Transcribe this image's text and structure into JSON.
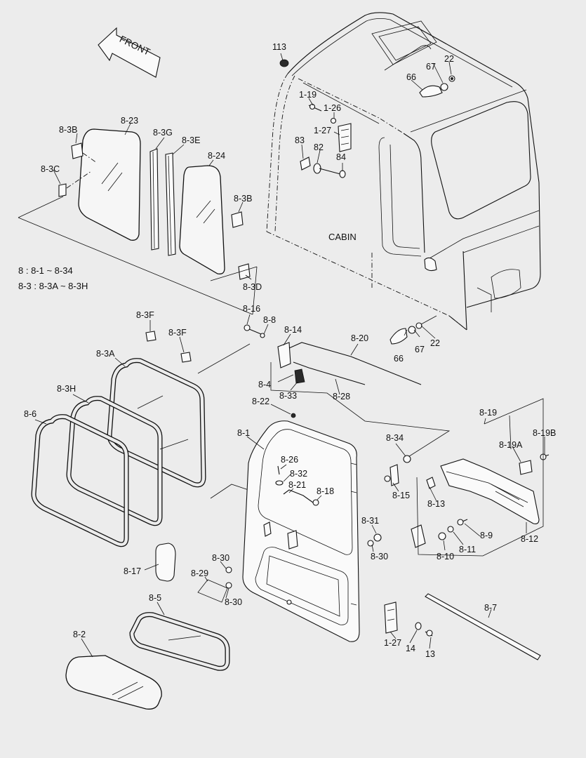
{
  "diagram": {
    "front_label": "FRONT",
    "cabin_label": "CABIN",
    "legend": [
      "8 : 8-1 ~ 8-34",
      "8-3 : 8-3A ~ 8-3H"
    ],
    "labels": {
      "p113": "113",
      "p22a": "22",
      "p67a": "67",
      "p66a": "66",
      "p1_19": "1-19",
      "p1_26": "1-26",
      "p1_27a": "1-27",
      "p83": "83",
      "p82": "82",
      "p84": "84",
      "p8_23": "8-23",
      "p8_3g": "8-3G",
      "p8_3e": "8-3E",
      "p8_24": "8-24",
      "p8_3b_a": "8-3B",
      "p8_3c": "8-3C",
      "p8_3b_b": "8-3B",
      "p8_3d": "8-3D",
      "p8_16": "8-16",
      "p8_8": "8-8",
      "p8_14": "8-14",
      "p8_20": "8-20",
      "p8_4": "8-4",
      "p8_33": "8-33",
      "p8_28": "8-28",
      "p8_22": "8-22",
      "p66b": "66",
      "p67b": "67",
      "p22b": "22",
      "p8_3f_a": "8-3F",
      "p8_3f_b": "8-3F",
      "p8_3a": "8-3A",
      "p8_3h": "8-3H",
      "p8_6": "8-6",
      "p8_1": "8-1",
      "p8_26": "8-26",
      "p8_32": "8-32",
      "p8_21": "8-21",
      "p8_18": "8-18",
      "p8_34": "8-34",
      "p8_15": "8-15",
      "p8_31": "8-31",
      "p8_30a": "8-30",
      "p8_19": "8-19",
      "p8_19a": "8-19A",
      "p8_19b": "8-19B",
      "p8_13": "8-13",
      "p8_9": "8-9",
      "p8_11": "8-11",
      "p8_10": "8-10",
      "p8_12": "8-12",
      "p8_17": "8-17",
      "p8_30b": "8-30",
      "p8_29": "8-29",
      "p8_30c": "8-30",
      "p8_5": "8-5",
      "p8_7": "8-7",
      "p1_27b": "1-27",
      "p14": "14",
      "p13": "13",
      "p8_2": "8-2"
    }
  }
}
